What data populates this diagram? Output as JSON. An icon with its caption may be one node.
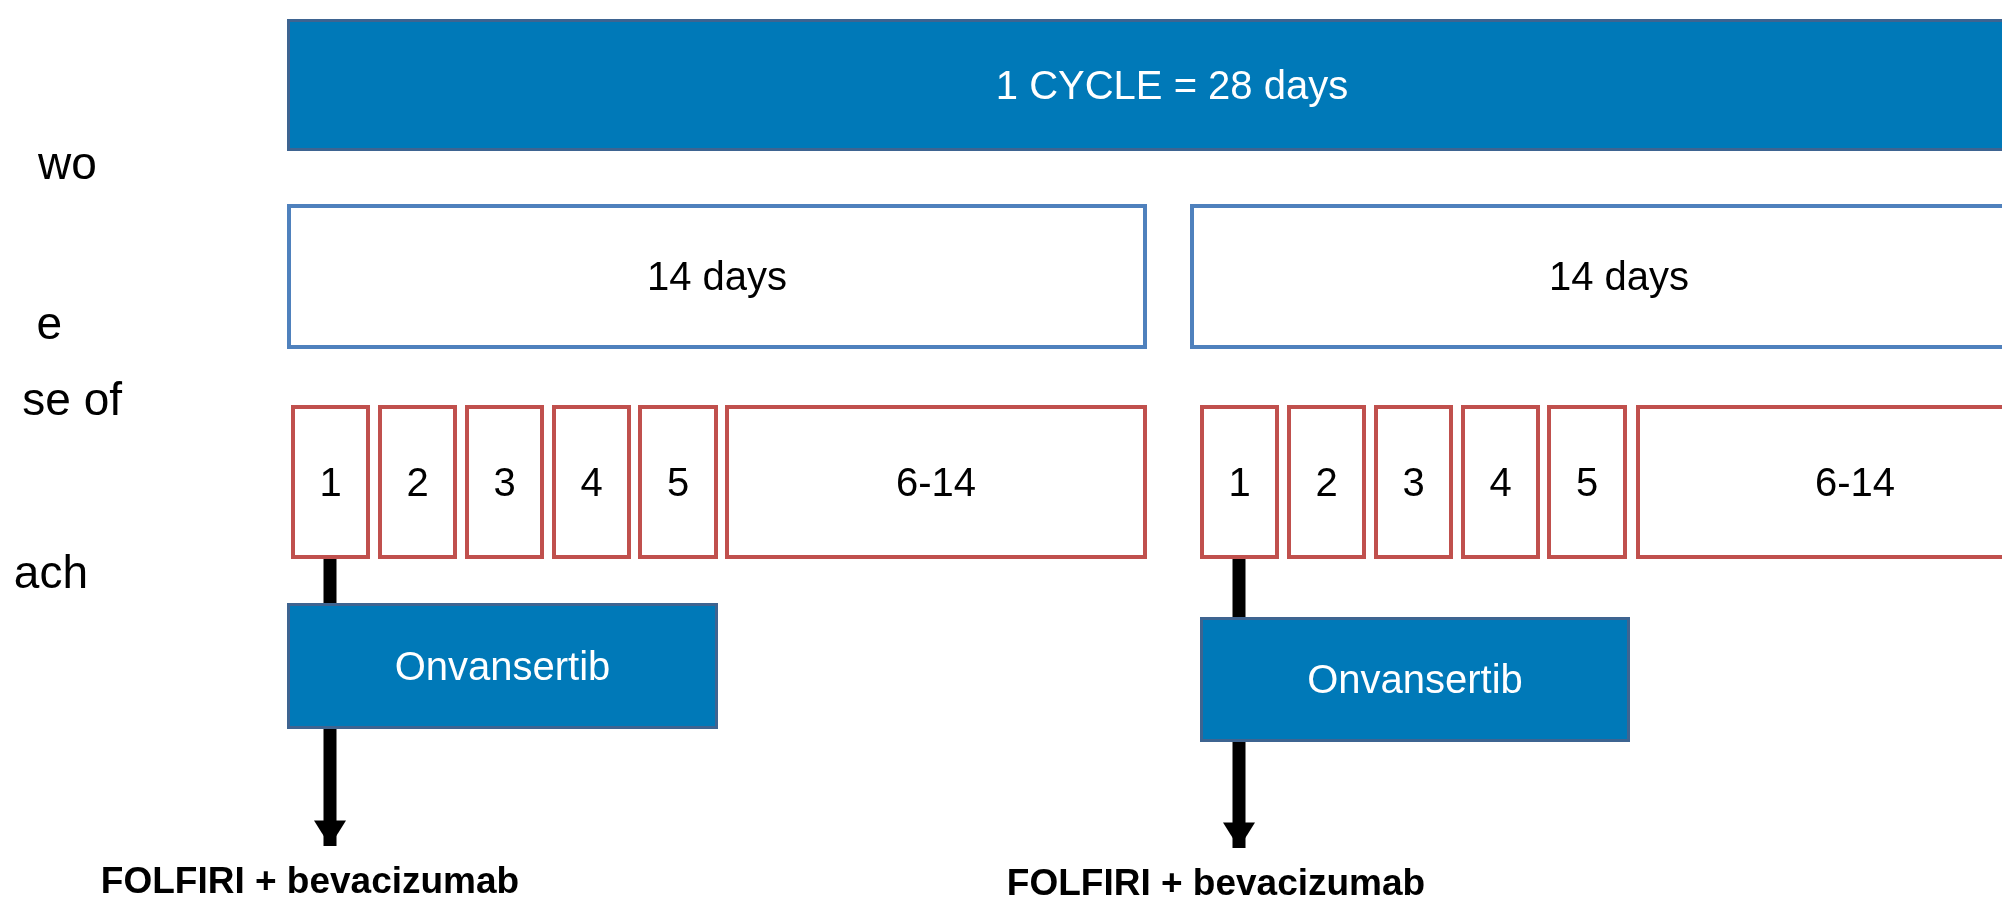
{
  "diagram": {
    "nodes": [
      {
        "text": [
          "1 CYCLE = 28 days"
        ]
      },
      {
        "text": [
          "14 days"
        ]
      },
      {
        "text": [
          "14 days"
        ]
      },
      {
        "text": [
          "1"
        ]
      },
      {
        "text": [
          "2"
        ]
      },
      {
        "text": [
          "3"
        ]
      },
      {
        "text": [
          "4"
        ]
      },
      {
        "text": [
          "5"
        ]
      },
      {
        "text": [
          "6-14"
        ]
      },
      {
        "text": [
          "1"
        ]
      },
      {
        "text": [
          "2"
        ]
      },
      {
        "text": [
          "3"
        ]
      },
      {
        "text": [
          "4"
        ]
      },
      {
        "text": [
          "5"
        ]
      },
      {
        "text": [
          "6-14"
        ]
      },
      {
        "text": [
          "Onvansertib"
        ]
      },
      {
        "text": [
          "Onvansertib"
        ]
      },
      {
        "text": [
          "FOLFIRI + bevacizumab"
        ]
      },
      {
        "text": [
          "FOLFIRI + bevacizumab"
        ]
      }
    ],
    "edges": [
      {
        "from": 3,
        "to": 15,
        "arrow": "none"
      },
      {
        "from": 15,
        "to": 17,
        "arrow": "to"
      },
      {
        "from": 9,
        "to": 16,
        "arrow": "none"
      },
      {
        "from": 16,
        "to": 18,
        "arrow": "to"
      }
    ],
    "labels": [
      "wo",
      "e",
      "se of",
      "ach"
    ]
  }
}
